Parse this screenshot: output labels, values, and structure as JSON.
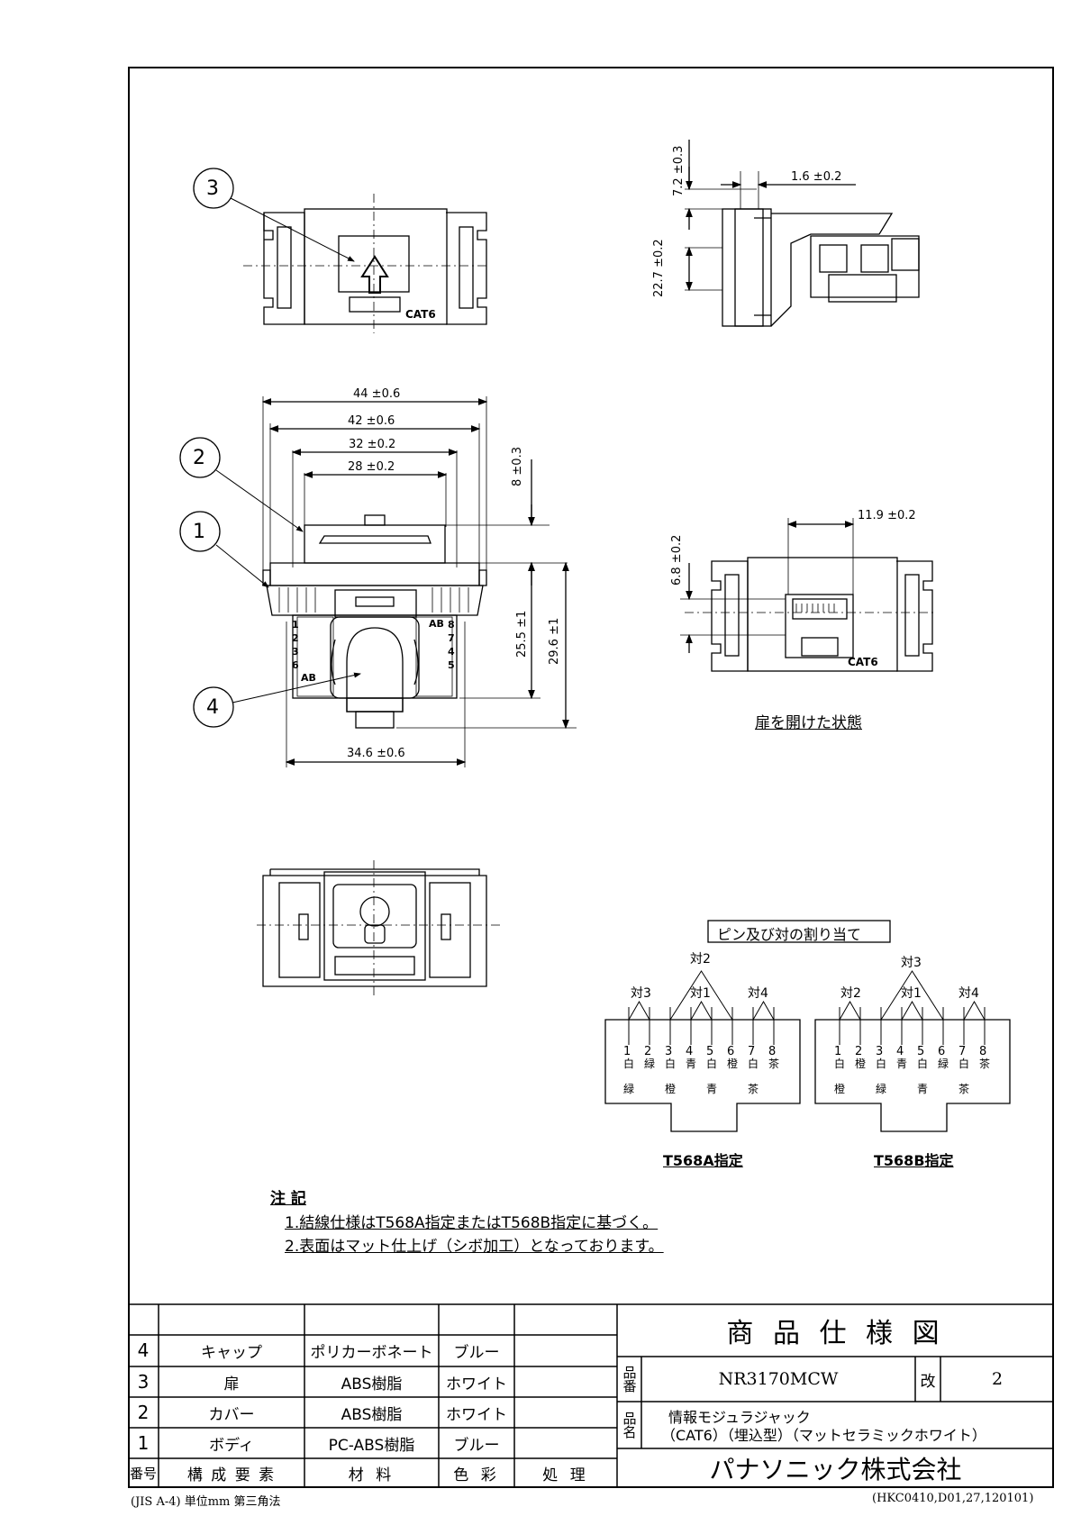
{
  "drawing": {
    "callouts": [
      "1",
      "2",
      "3",
      "4"
    ],
    "cat6_label": "CAT6",
    "dimensions": {
      "d44": "44 ±0.6",
      "d42": "42 ±0.6",
      "d32": "32 ±0.2",
      "d28": "28 ±0.2",
      "d8": "8 ±0.3",
      "d25_5": "25.5 ±1",
      "d29_6": "29.6 ±1",
      "d34_6": "34.6 ±0.6",
      "d7_2": "7.2 ±0.3",
      "d1_6": "1.6 ±0.2",
      "d22_7": "22.7 ±0.2",
      "d11_9": "11.9 ±0.2",
      "d6_8": "6.8 ±0.2"
    },
    "pin_left_labels": [
      "1",
      "2",
      "3",
      "6"
    ],
    "pin_right_labels": [
      "8",
      "7",
      "4",
      "5"
    ],
    "ab_label": "AB",
    "door_open_caption": "扉を開けた状態"
  },
  "pin_assignment": {
    "title": "ピン及び対の割り当て",
    "t568a": {
      "caption": "T568A指定",
      "pair_top": "対2",
      "pair_left": "対3",
      "pair_mid": "対1",
      "pair_right": "対4",
      "pins": [
        "1",
        "2",
        "3",
        "4",
        "5",
        "6",
        "7",
        "8"
      ],
      "colors_top": [
        "白",
        "緑",
        "白",
        "青",
        "白",
        "橙",
        "白",
        "茶"
      ],
      "colors_bottom": [
        "緑",
        "",
        "橙",
        "",
        "青",
        "",
        "茶",
        ""
      ]
    },
    "t568b": {
      "caption": "T568B指定",
      "pair_top": "対3",
      "pair_left": "対2",
      "pair_mid": "対1",
      "pair_right": "対4",
      "pins": [
        "1",
        "2",
        "3",
        "4",
        "5",
        "6",
        "7",
        "8"
      ],
      "colors_top": [
        "白",
        "橙",
        "白",
        "青",
        "白",
        "緑",
        "白",
        "茶"
      ],
      "colors_bottom": [
        "橙",
        "",
        "緑",
        "",
        "青",
        "",
        "茶",
        ""
      ]
    }
  },
  "notes": {
    "heading": "注 記",
    "line1": "1.結線仕様はT568A指定またはT568B指定に基づく。",
    "line2": "2.表面はマット仕上げ（シボ加工）となっております。"
  },
  "parts_table": {
    "headers": [
      "番号",
      "構 成 要 素",
      "材 料",
      "色 彩",
      "処 理"
    ],
    "rows": [
      {
        "no": "4",
        "name": "キャップ",
        "material": "ポリカーボネート",
        "color": "ブルー",
        "finish": ""
      },
      {
        "no": "3",
        "name": "扉",
        "material": "ABS樹脂",
        "color": "ホワイト",
        "finish": ""
      },
      {
        "no": "2",
        "name": "カバー",
        "material": "ABS樹脂",
        "color": "ホワイト",
        "finish": ""
      },
      {
        "no": "1",
        "name": "ボディ",
        "material": "PC-ABS樹脂",
        "color": "ブルー",
        "finish": ""
      }
    ]
  },
  "title_block": {
    "title": "商 品 仕 様 図",
    "model_label": "品番",
    "model": "NR3170MCW",
    "rev_label": "改",
    "rev": "2",
    "name_label": "品名",
    "name_line1": "情報モジュラジャック",
    "name_line2": "（CAT6）（埋込型）（マットセラミックホワイト）",
    "company": "パナソニック株式会社"
  },
  "footer": {
    "left": "(JIS A-4)  単位mm  第三角法",
    "right": "(HKC0410,D01,27,120101)"
  }
}
